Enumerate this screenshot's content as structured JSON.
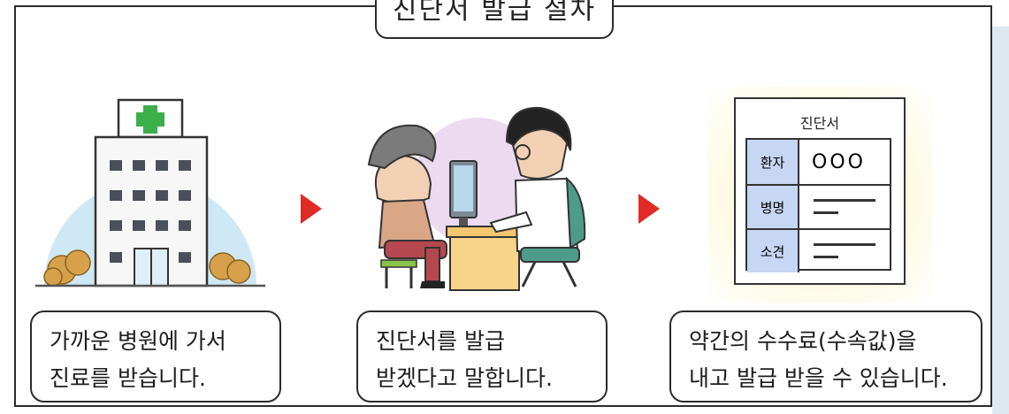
{
  "title": "진단서 발급 절차",
  "steps": [
    {
      "caption": "가까운 병원에 가서\n진료를 받습니다.",
      "icon": "hospital-icon"
    },
    {
      "caption": "진단서를 발급\n받겠다고 말합니다.",
      "icon": "doctor-consultation-icon"
    },
    {
      "caption": "약간의 수수료(수속값)을\n내고 발급 받을 수 있습니다.",
      "icon": "medical-certificate-icon"
    }
  ],
  "certificate": {
    "heading": "진단서",
    "rows": [
      {
        "label": "환자",
        "value": "OOO"
      },
      {
        "label": "병명",
        "value": ""
      },
      {
        "label": "소견",
        "value": ""
      }
    ]
  },
  "colors": {
    "arrow": "#e02a26",
    "cross": "#3cae4a",
    "sky": "#cfe8f6",
    "bush": "#d6a14a"
  }
}
